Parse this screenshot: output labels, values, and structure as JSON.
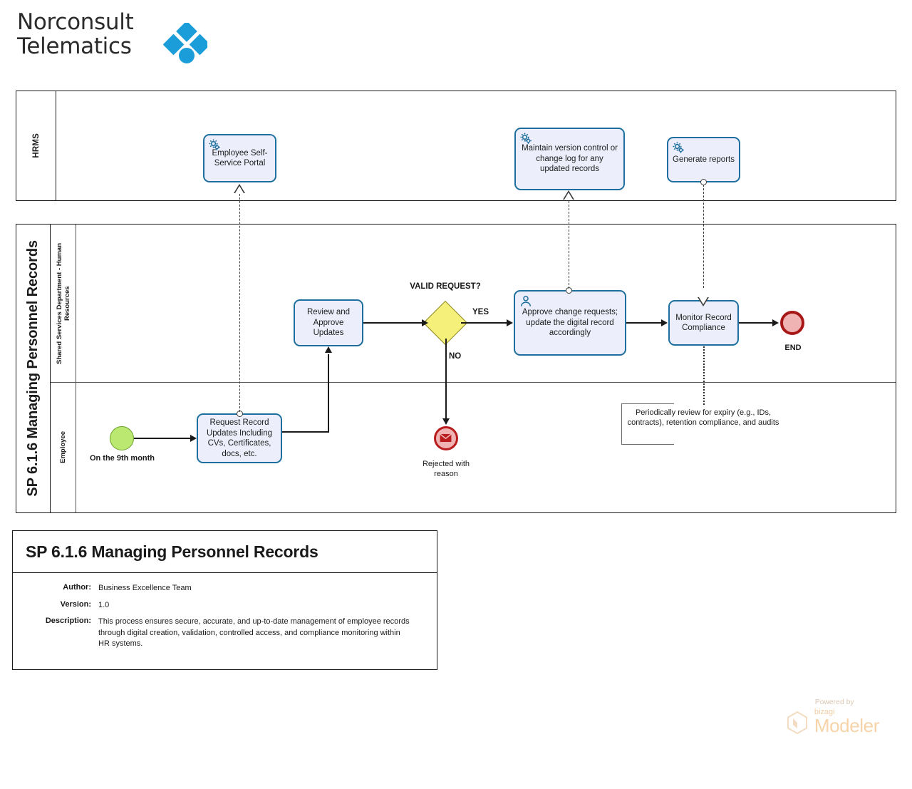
{
  "logo": {
    "line1": "Norconsult",
    "line2": "Telematics",
    "mark_color": "#1b9dd9",
    "icon": "norconsult-diamond-mark"
  },
  "diagram": {
    "pools": [
      {
        "id": "hrms",
        "label": "HRMS"
      },
      {
        "id": "main",
        "label": "SP 6.1.6 Managing Personnel Records"
      }
    ],
    "lanes": [
      {
        "id": "ssd-hr",
        "label": "Shared Services Department - Human Resources"
      },
      {
        "id": "employee",
        "label": "Employee"
      }
    ],
    "tasks": [
      {
        "id": "self-service-portal",
        "label": "Employee Self-Service Portal",
        "type": "service",
        "icon": "gear-icon"
      },
      {
        "id": "maintain-version-control",
        "label": "Maintain version control or change log for any updated records",
        "type": "service",
        "icon": "gear-icon"
      },
      {
        "id": "generate-reports",
        "label": "Generate reports",
        "type": "service",
        "icon": "gear-icon"
      },
      {
        "id": "review-approve-updates",
        "label": "Review and Approve Updates",
        "type": "task",
        "icon": ""
      },
      {
        "id": "approve-change-requests",
        "label": "Approve change requests; update the digital record accordingly",
        "type": "user",
        "icon": "user-icon"
      },
      {
        "id": "monitor-record-compliance",
        "label": "Monitor Record Compliance",
        "type": "task",
        "icon": ""
      },
      {
        "id": "request-record-updates",
        "label": "Request Record Updates Including CVs, Certificates, docs, etc.",
        "type": "task",
        "icon": ""
      }
    ],
    "gateway": {
      "id": "valid-request",
      "label": "VALID REQUEST?",
      "type": "exclusive"
    },
    "flow_labels": {
      "yes": "YES",
      "no": "NO"
    },
    "events": [
      {
        "id": "start-9th-month",
        "type": "start",
        "label": "On the 9th month"
      },
      {
        "id": "end-event",
        "type": "end",
        "label": "END"
      },
      {
        "id": "end-rejected",
        "type": "end-message",
        "label": "Rejected with reason",
        "icon": "envelope-icon"
      }
    ],
    "annotation": {
      "id": "expiry-review-note",
      "text": "Periodically review for expiry (e.g., IDs, contracts), retention compliance, and audits"
    },
    "colors": {
      "task_fill": "#eceffb",
      "task_border": "#1f6f9e",
      "gateway_fill": "#f5f07a",
      "gateway_border": "#8a8523",
      "start_fill": "#bbe870",
      "start_border": "#6aa02a",
      "end_fill": "#f0b3b3",
      "end_border": "#a81717"
    }
  },
  "info_card": {
    "title": "SP 6.1.6 Managing Personnel Records",
    "fields": [
      {
        "key": "Author:",
        "value": "Business Excellence Team"
      },
      {
        "key": "Version:",
        "value": "1.0"
      },
      {
        "key": "Description:",
        "value": "This process ensures secure, accurate, and up-to-date management of employee records through digital creation, validation, controlled access, and compliance monitoring within HR systems."
      }
    ]
  },
  "watermark": {
    "powered_by": "Powered by",
    "brand_small": "bizagi",
    "brand_large": "Modeler"
  }
}
